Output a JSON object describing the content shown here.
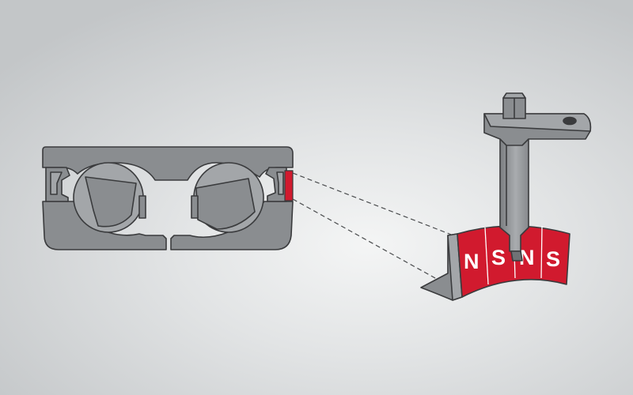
{
  "diagram": {
    "colors": {
      "background_center": "#f4f5f5",
      "background_edge": "#c3c6c8",
      "metal": "#8a8d90",
      "metal_light": "#a3a6a9",
      "outline": "#3a3b3d",
      "magnet_red": "#d11a2e"
    },
    "encoder_ring": {
      "poles": [
        {
          "letter": "N"
        },
        {
          "letter": "S"
        },
        {
          "letter": "N"
        },
        {
          "letter": "S"
        }
      ]
    }
  }
}
